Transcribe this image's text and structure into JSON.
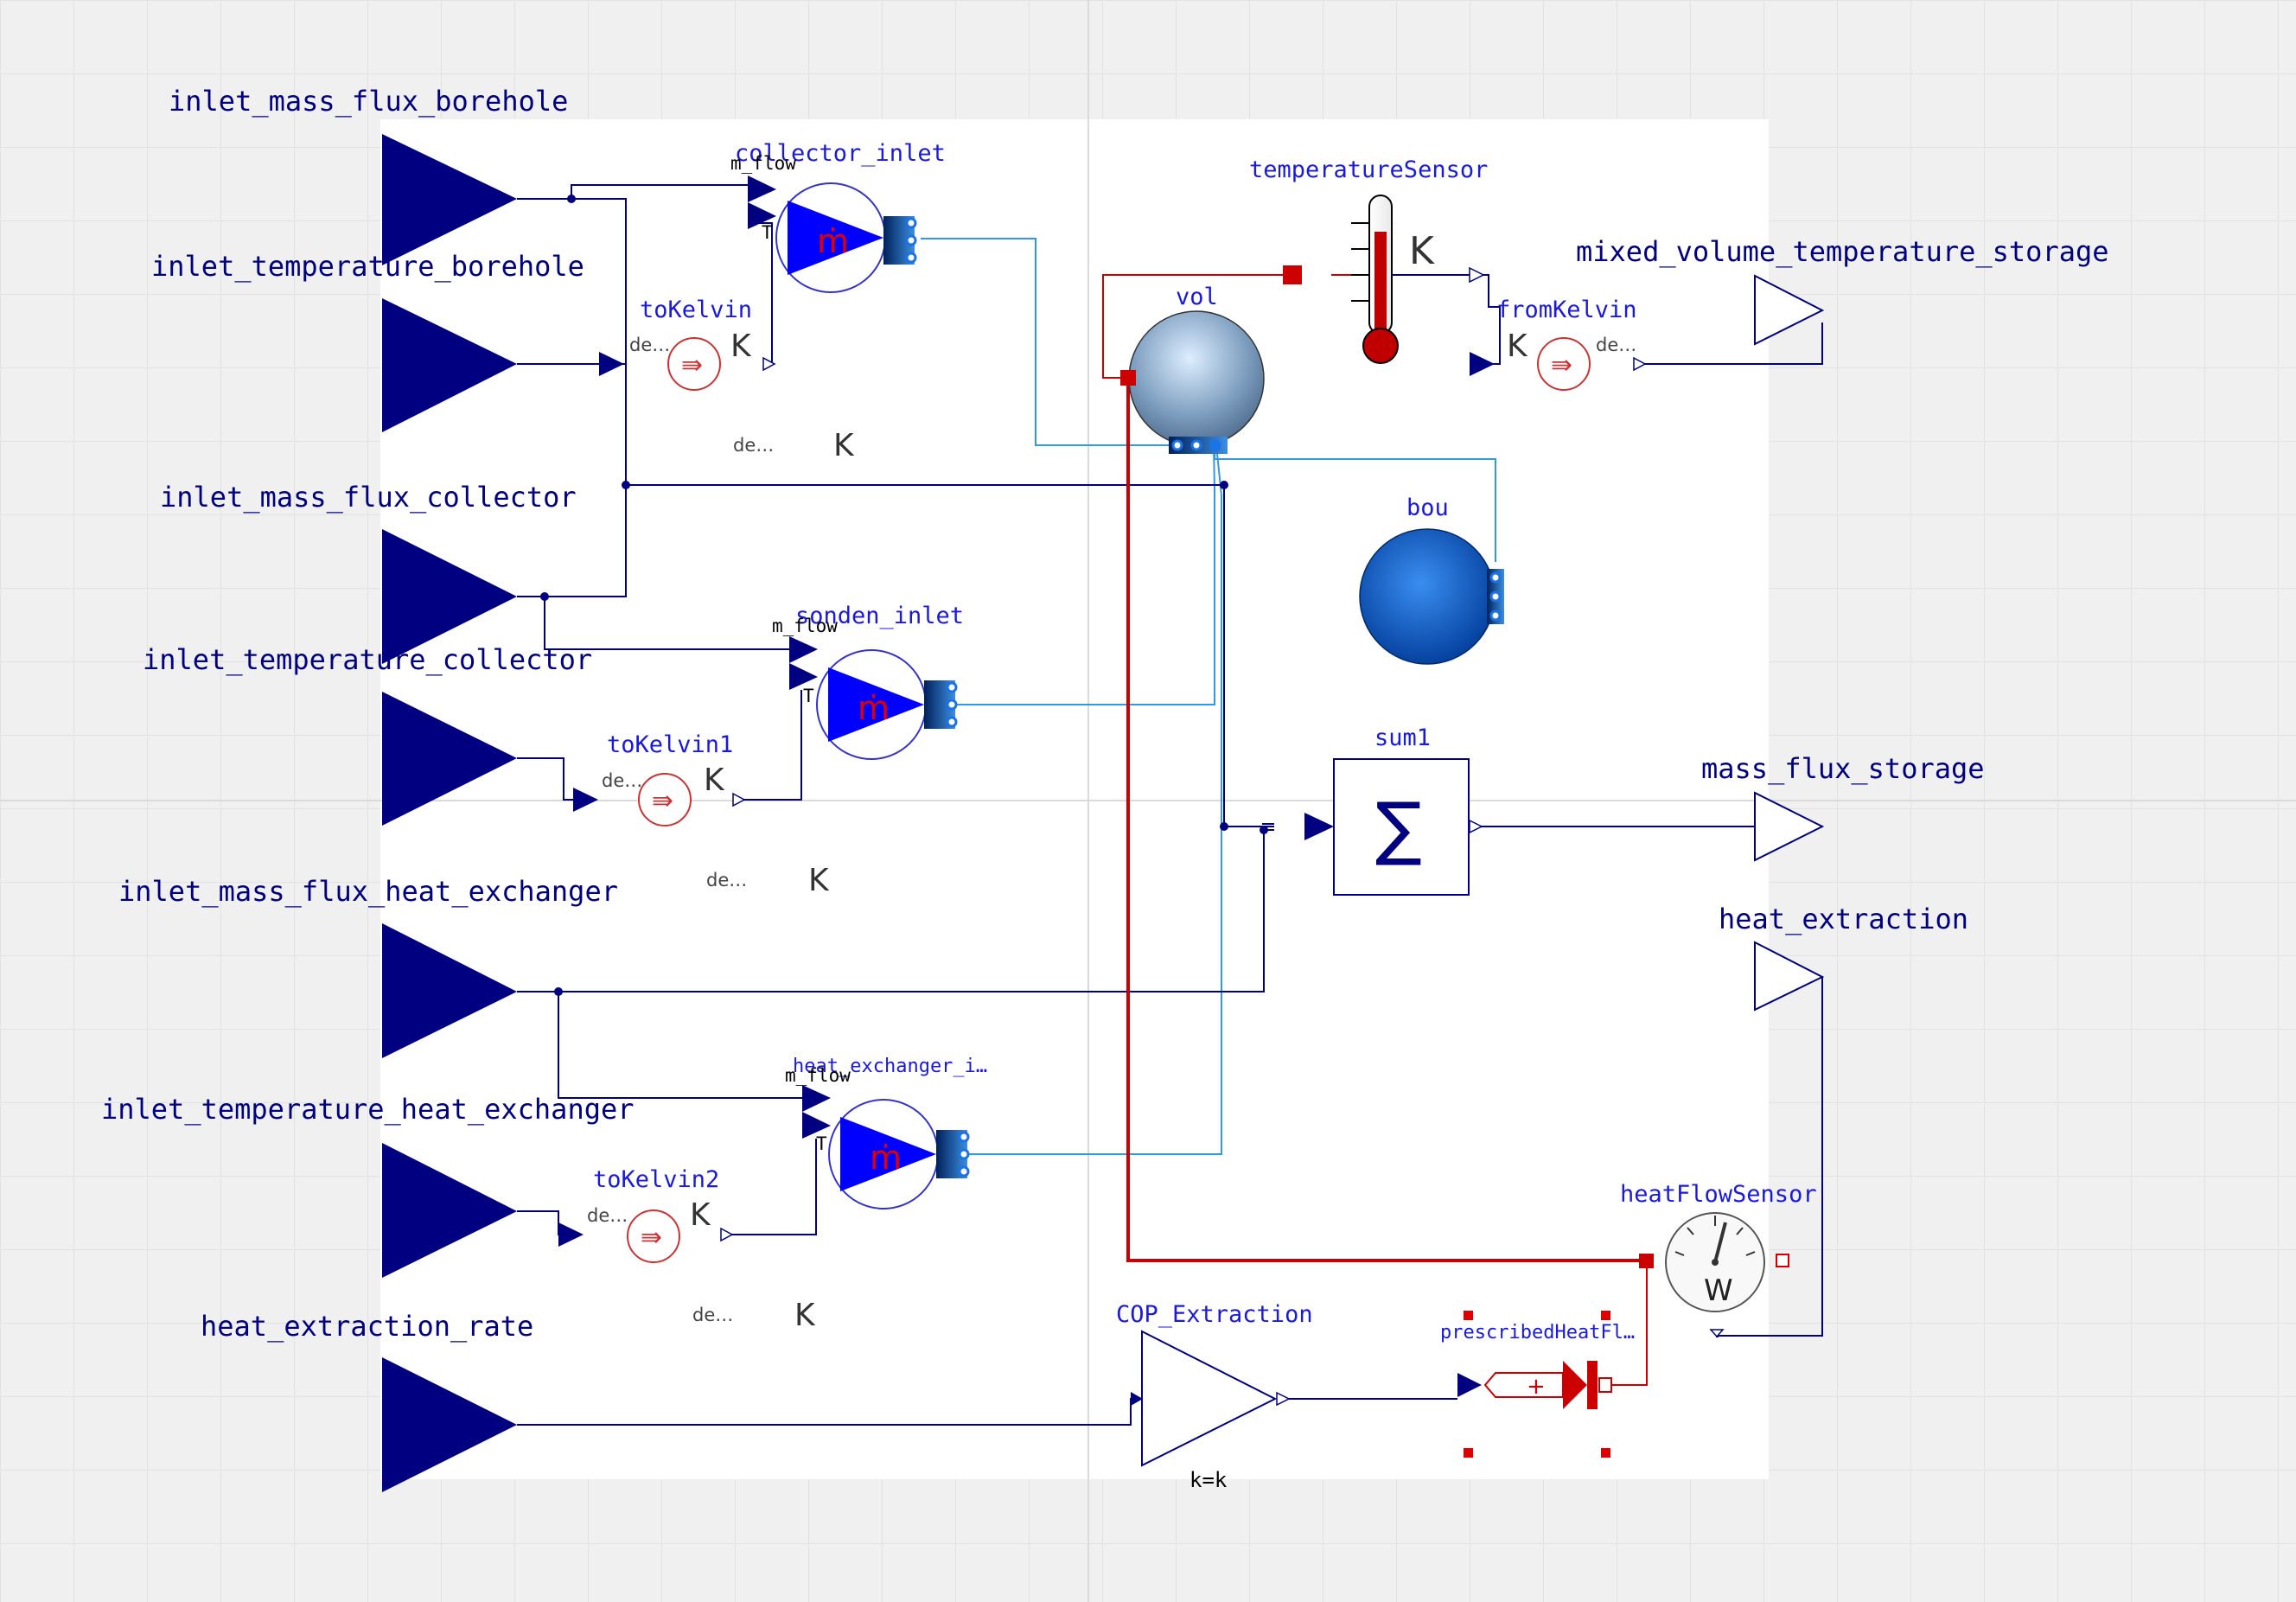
{
  "inputs": {
    "inlet_mass_flux_borehole": "inlet_mass_flux_borehole",
    "inlet_temperature_borehole": "inlet_temperature_borehole",
    "inlet_mass_flux_collector": "inlet_mass_flux_collector",
    "inlet_temperature_collector": "inlet_temperature_collector",
    "inlet_mass_flux_heat_exchanger": "inlet_mass_flux_heat_exchanger",
    "inlet_temperature_heat_exchanger": "inlet_temperature_heat_exchanger",
    "heat_extraction_rate": "heat_extraction_rate"
  },
  "outputs": {
    "mixed_volume_temperature_storage": "mixed_volume_temperature_storage",
    "mass_flux_storage": "mass_flux_storage",
    "heat_extraction": "heat_extraction"
  },
  "components": {
    "collector_inlet": "collector_inlet",
    "sonden_inlet": "sonden_inlet",
    "heat_exchanger_inlet": "heat_exchanger_i…",
    "toKelvin": "toKelvin",
    "toKelvin1": "toKelvin1",
    "toKelvin2": "toKelvin2",
    "fromKelvin": "fromKelvin",
    "temperatureSensor": "temperatureSensor",
    "vol": "vol",
    "bou": "bou",
    "sum1": "sum1",
    "heatFlowSensor": "heatFlowSensor",
    "COP_Extraction": "COP_Extraction",
    "prescribedHeatFlow": "prescribedHeatFl…",
    "gain_param": "k=k"
  },
  "glyphs": {
    "m_flow": "m_flow",
    "T": "T",
    "de": "de…",
    "K": "K",
    "mdot": "ṁ",
    "sigma": "∑",
    "plus": "+",
    "W": "W"
  },
  "colors": {
    "signal": "#000080",
    "fluid": "#3399dd",
    "heat": "#cc0000",
    "source": "#0000ff"
  },
  "icons": [
    "input-triangle-icon",
    "output-triangle-icon",
    "pump-icon",
    "thermometer-icon",
    "volume-sphere-icon",
    "boundary-sphere-icon",
    "sum-icon",
    "gain-icon",
    "heat-flow-sensor-gauge-icon",
    "heat-source-icon",
    "converter-icon",
    "fluid-port-icon"
  ]
}
